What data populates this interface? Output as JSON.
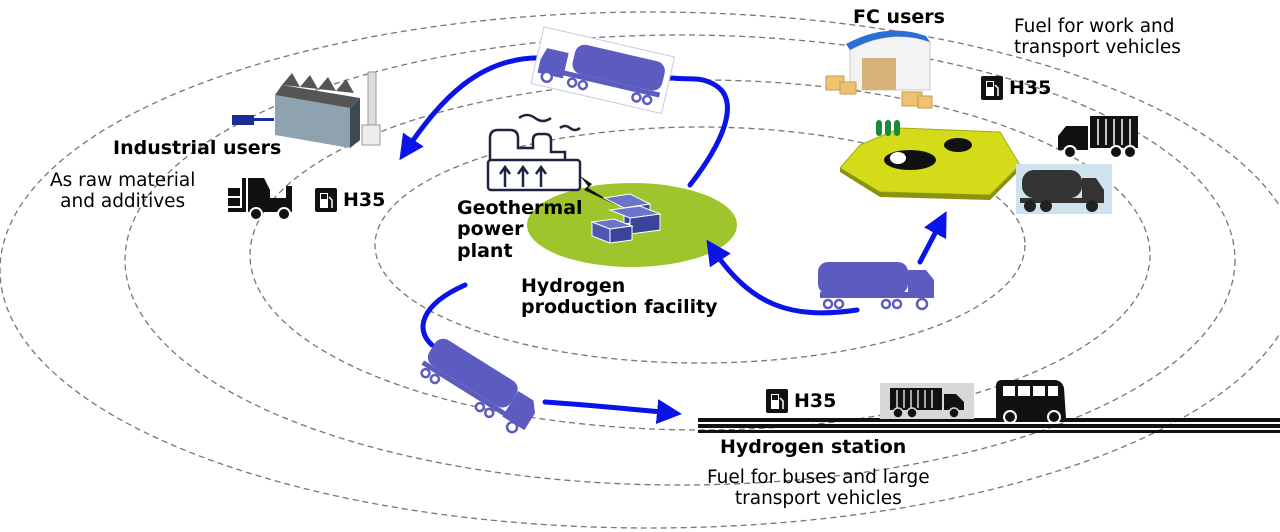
{
  "diagram": {
    "center": {
      "power_plant_label_lines": [
        "Geothermal",
        "power",
        "plant"
      ],
      "facility_label_lines": [
        "Hydrogen",
        "production facility"
      ]
    },
    "industrial": {
      "title": "Industrial users",
      "subtitle_lines": [
        "As raw material",
        "and additives"
      ],
      "fuel_badge": "H35",
      "icons": [
        "factory-icon",
        "forklift-icon",
        "fuel-pump-icon"
      ]
    },
    "fc_users": {
      "title": "FC users",
      "subtitle_lines": [
        "Fuel for work and",
        "transport vehicles"
      ],
      "fuel_badge": "H35",
      "icons": [
        "warehouse-icon",
        "farm-icon",
        "cargo-truck-icon",
        "tanker-truck-icon",
        "fuel-pump-icon"
      ]
    },
    "station": {
      "title": "Hydrogen station",
      "subtitle_lines": [
        "Fuel for buses and large",
        "transport vehicles"
      ],
      "fuel_badge": "H35",
      "icons": [
        "fuel-pump-icon",
        "container-truck-icon",
        "bus-icon"
      ]
    },
    "colors": {
      "arrow": "#0a14e6",
      "truck": "#5c5cc0",
      "ellipse": "#9ec62c",
      "dashed": "#777777",
      "farm": "#d4dc1a"
    }
  }
}
